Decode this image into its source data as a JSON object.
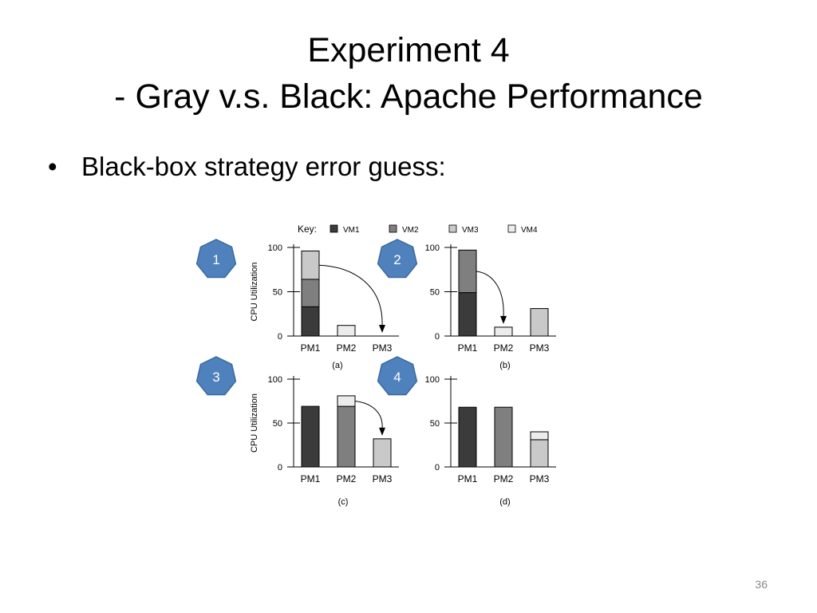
{
  "slide": {
    "title_line1": "Experiment 4",
    "title_line2": "- Gray v.s. Black: Apache Performance",
    "bullet_marker": "•",
    "bullet": "Black-box strategy error guess:",
    "page_number": "36"
  },
  "colors": {
    "VM1": "#3b3b3b",
    "VM2": "#7f7f7f",
    "VM3": "#c9c9c9",
    "VM4": "#ececec",
    "badge_fill": "#4f81bd",
    "badge_stroke": "#3a6a9f",
    "badge_text": "#ffffff"
  },
  "chart_data": {
    "type": "bar",
    "stacked": true,
    "key_label": "Key:",
    "legend": [
      "VM1",
      "VM2",
      "VM3",
      "VM4"
    ],
    "categories": [
      "PM1",
      "PM2",
      "PM3"
    ],
    "ylabel": "CPU Utilization",
    "ylim": [
      0,
      100
    ],
    "yticks": [
      0,
      50,
      100
    ],
    "panels": [
      {
        "badge": "1",
        "caption": "(a)",
        "show_ylabel": true,
        "series": [
          {
            "name": "VM1",
            "values": [
              33,
              0,
              0
            ]
          },
          {
            "name": "VM2",
            "values": [
              31,
              0,
              0
            ]
          },
          {
            "name": "VM3",
            "values": [
              32,
              0,
              0
            ]
          },
          {
            "name": "VM4",
            "values": [
              0,
              12,
              0
            ]
          }
        ],
        "arrow": {
          "from": "PM1",
          "to": "PM3"
        }
      },
      {
        "badge": "2",
        "caption": "(b)",
        "show_ylabel": false,
        "series": [
          {
            "name": "VM1",
            "values": [
              49,
              0,
              0
            ]
          },
          {
            "name": "VM2",
            "values": [
              48,
              0,
              0
            ]
          },
          {
            "name": "VM3",
            "values": [
              0,
              0,
              31
            ]
          },
          {
            "name": "VM4",
            "values": [
              0,
              10,
              0
            ]
          }
        ],
        "arrow": {
          "from": "PM1",
          "to": "PM2"
        }
      },
      {
        "badge": "3",
        "caption": "(c)",
        "show_ylabel": true,
        "series": [
          {
            "name": "VM1",
            "values": [
              69,
              0,
              0
            ]
          },
          {
            "name": "VM2",
            "values": [
              0,
              69,
              0
            ]
          },
          {
            "name": "VM3",
            "values": [
              0,
              0,
              32
            ]
          },
          {
            "name": "VM4",
            "values": [
              0,
              12,
              0
            ]
          }
        ],
        "arrow": {
          "from": "PM2",
          "to": "PM3"
        }
      },
      {
        "badge": "4",
        "caption": "(d)",
        "show_ylabel": false,
        "series": [
          {
            "name": "VM1",
            "values": [
              68,
              0,
              0
            ]
          },
          {
            "name": "VM2",
            "values": [
              0,
              68,
              0
            ]
          },
          {
            "name": "VM3",
            "values": [
              0,
              0,
              31
            ]
          },
          {
            "name": "VM4",
            "values": [
              0,
              0,
              9
            ]
          }
        ],
        "arrow": null
      }
    ]
  }
}
